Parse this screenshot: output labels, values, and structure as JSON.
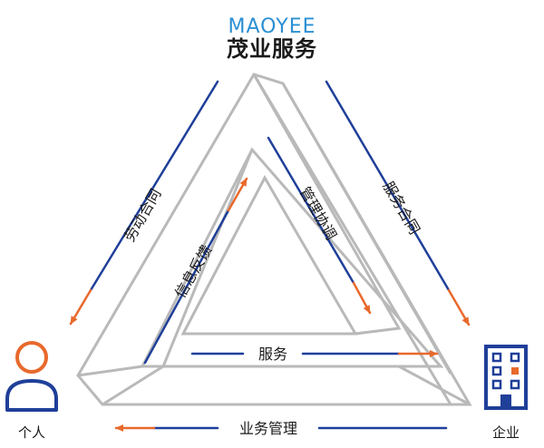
{
  "brand": {
    "name_en": "MAOYEE",
    "name_cn": "茂业服务"
  },
  "parties": {
    "individual": {
      "label": "个人",
      "icon": "person-icon"
    },
    "enterprise": {
      "label": "企业",
      "icon": "building-icon"
    }
  },
  "relations": {
    "labor_contract": "劳动合同",
    "service_contract": "服务合同",
    "management_coordination": "管理协调",
    "info_feedback": "信息反馈",
    "service": "服务",
    "business_management": "业务管理"
  },
  "colors": {
    "line_blue": "#1f3f99",
    "arrow_orange": "#e8692c",
    "frame_gray": "#b9b9b9",
    "brand_blue": "#2b8fd3",
    "person_blue": "#1f3f99",
    "person_orange": "#e8692c"
  }
}
